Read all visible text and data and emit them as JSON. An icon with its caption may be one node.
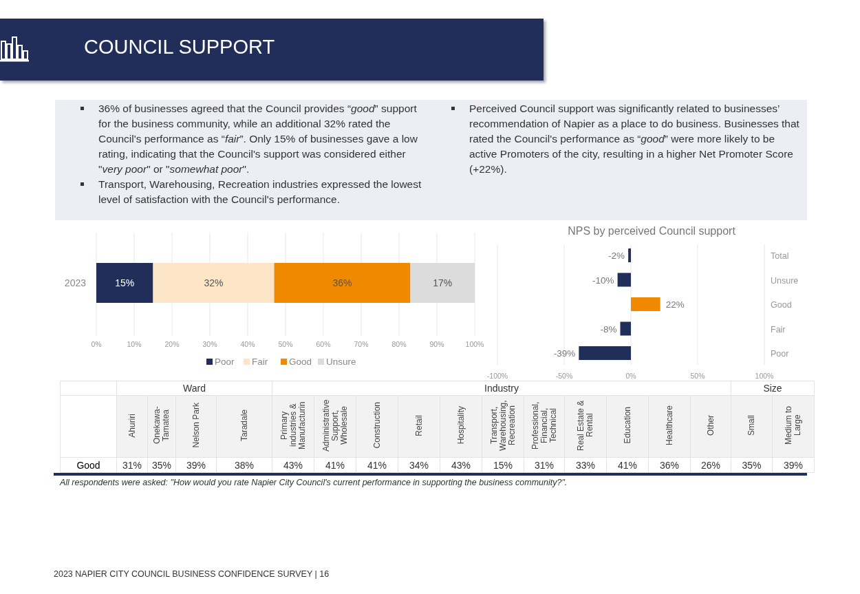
{
  "diagram": {
    "title": "COUNCIL SUPPORT",
    "caption": "All respondents were asked: \"How would you rate Napier City Council's current performance in supporting the business community?\".",
    "labels": [
      "36% of businesses agreed that the Council provides “*good*” support for the business community, while an additional 32% rated the Council's performance as “*fair*”. Only 15% of businesses gave a low rating, indicating that the Council's support was considered either \"*very poor*\" or \"*somewhat poor*\".",
      "Transport, Warehousing, Recreation industries expressed the lowest level of satisfaction with the Council's performance.",
      "Perceived Council support was significantly related to businesses’ recommendation of Napier as a place to do business. Businesses that rated the Council's performance as “*good*” were more likely to be active Promoters of the city, resulting in a higher Net Promoter Score (+22%).",
      "Ward",
      "Industry",
      "Size",
      "Ahuriri",
      "Onekawa-Tamatea",
      "Nelson Park",
      "Taradale",
      "Primary industries & Manufacturin",
      "Administrative Support, Wholesale",
      "Construction",
      "Retail",
      "Hospitality",
      "Transport, Warehousing, Recreation",
      "Professional, Financial, Technical",
      "Real Estate & Rental",
      "Education",
      "Healthcare",
      "Other",
      "Small",
      "Medium to Large",
      "Good",
      "31%",
      "35%",
      "39%",
      "38%",
      "43%",
      "41%",
      "41%",
      "34%",
      "43%",
      "15%",
      "31%",
      "33%",
      "41%",
      "36%",
      "26%",
      "35%",
      "39%",
      "2023 NAPIER CITY COUNCIL BUSINESS CONFIDENCE SURVEY | 16"
    ],
    "chart_data": [
      {
        "type": "bar",
        "orientation": "horizontal",
        "stacked": true,
        "grid": true,
        "legend": "bottom",
        "categories": [
          "2023"
        ],
        "series": [
          {
            "name": "Poor",
            "color": "#222e5a",
            "values": [
              15
            ]
          },
          {
            "name": "Fair",
            "color": "#fde6c8",
            "values": [
              32
            ]
          },
          {
            "name": "Good",
            "color": "#f08800",
            "values": [
              36
            ]
          },
          {
            "name": "Unsure",
            "color": "#dcdcdc",
            "values": [
              17
            ]
          }
        ],
        "xlim": [
          0,
          100
        ],
        "xticks": [
          {
            "value": 0,
            "label": "0%"
          },
          {
            "value": 10,
            "label": "10%"
          },
          {
            "value": 20,
            "label": "20%"
          },
          {
            "value": 30,
            "label": "30%"
          },
          {
            "value": 40,
            "label": "40%"
          },
          {
            "value": 50,
            "label": "50%"
          },
          {
            "value": 60,
            "label": "60%"
          },
          {
            "value": 70,
            "label": "70%"
          },
          {
            "value": 80,
            "label": "80%"
          },
          {
            "value": 90,
            "label": "90%"
          },
          {
            "value": 100,
            "label": "100%"
          }
        ],
        "value_labels": [
          [
            "15%"
          ],
          [
            "32%"
          ],
          [
            "36%"
          ],
          [
            "17%"
          ]
        ]
      },
      {
        "type": "bar",
        "orientation": "horizontal",
        "stacked": true,
        "grid": true,
        "title": "NPS by perceived Council support",
        "categories": [
          "Total",
          "Unsure",
          "Good",
          "Fair",
          "Poor"
        ],
        "series": [
          {
            "color": "#222e5a",
            "values": [
              -2,
              -10,
              null,
              -8,
              -39
            ]
          },
          {
            "color": "#f08800",
            "values": [
              null,
              null,
              22,
              null,
              null
            ]
          }
        ],
        "xlim": [
          -100,
          100
        ],
        "xticks": [
          {
            "value": -100,
            "label": "-100%"
          },
          {
            "value": -50,
            "label": "-50%"
          },
          {
            "value": 0,
            "label": "0%"
          },
          {
            "value": 50,
            "label": "50%"
          },
          {
            "value": 100,
            "label": "100%"
          }
        ],
        "value_labels": [
          [
            "-2%",
            "-10%",
            null,
            "-8%",
            "-39%"
          ],
          [
            null,
            null,
            "22%",
            null,
            null
          ]
        ]
      }
    ]
  }
}
